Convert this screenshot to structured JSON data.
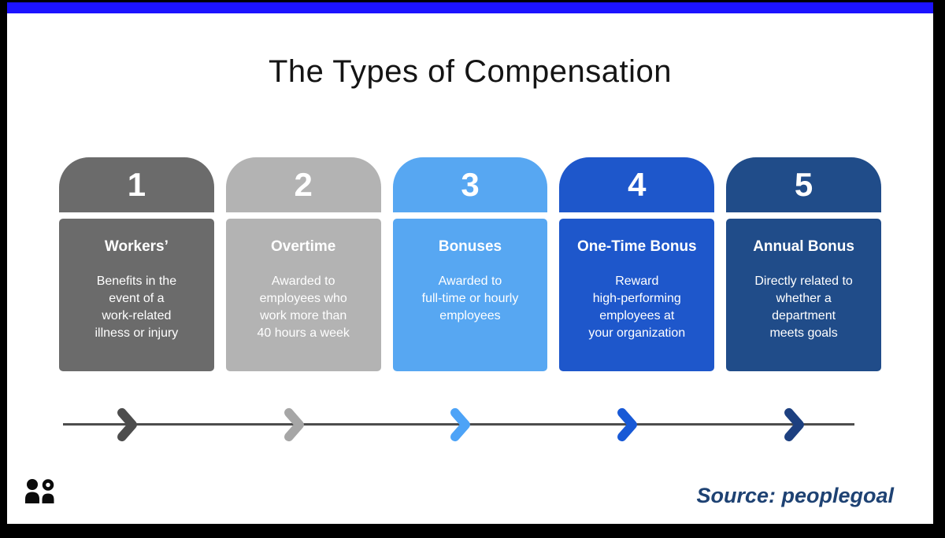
{
  "title": "The Types of Compensation",
  "source_credit": "Source: peoplegoal",
  "colors": {
    "accent_bar": "#1c13ff",
    "frame": "#000000",
    "timeline_line": "#4d4d4d",
    "source_text": "#1e4273",
    "title_text": "#141414"
  },
  "icons": {
    "logo": "people-icon",
    "timeline_marker": "chevron-right-icon"
  },
  "cards": [
    {
      "number": "1",
      "heading": "Workers’",
      "description": "Benefits in the\nevent of a\nwork-related\nillness or injury",
      "color": "#6b6b6b",
      "chevron_color": "#4d4d4d"
    },
    {
      "number": "2",
      "heading": "Overtime",
      "description": "Awarded to\nemployees who\nwork more than\n40 hours a week",
      "color": "#b3b3b3",
      "chevron_color": "#a6a6a6"
    },
    {
      "number": "3",
      "heading": "Bonuses",
      "description": "Awarded to\nfull-time or hourly\nemployees",
      "color": "#57a7f2",
      "chevron_color": "#4da3f7"
    },
    {
      "number": "4",
      "heading": "One-Time Bonus",
      "description": "Reward\nhigh-performing\nemployees at\nyour organization",
      "color": "#1e57cb",
      "chevron_color": "#1859d6"
    },
    {
      "number": "5",
      "heading": "Annual Bonus",
      "description": "Directly related to\nwhether a\ndepartment\nmeets goals",
      "color": "#204c89",
      "chevron_color": "#1d4080"
    }
  ]
}
